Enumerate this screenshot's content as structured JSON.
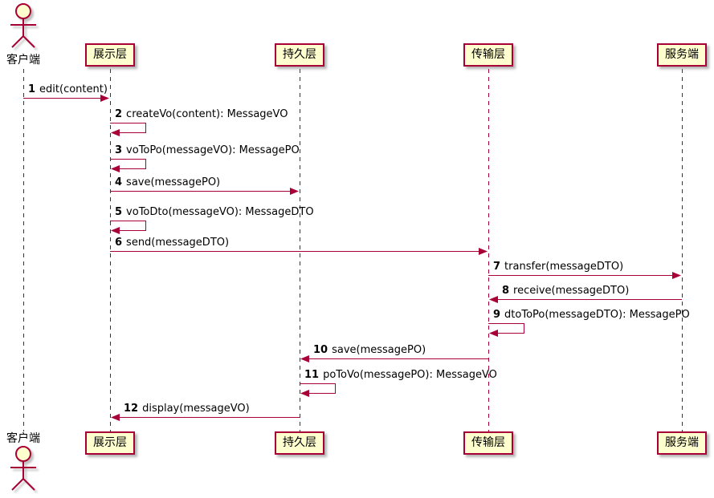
{
  "diagram": {
    "type": "uml-sequence",
    "colors": {
      "accent": "#A80036",
      "participant_fill": "#FEFECE",
      "text": "#000000",
      "shadow": "#9a9a9a"
    },
    "participants": [
      {
        "id": "client",
        "label": "客户端",
        "kind": "actor"
      },
      {
        "id": "presentation",
        "label": "展示层",
        "kind": "participant"
      },
      {
        "id": "persistence",
        "label": "持久层",
        "kind": "participant"
      },
      {
        "id": "transport",
        "label": "传输层",
        "kind": "participant"
      },
      {
        "id": "server",
        "label": "服务端",
        "kind": "participant"
      }
    ],
    "messages": [
      {
        "num": "1",
        "text": "edit(content)",
        "from": "client",
        "to": "presentation"
      },
      {
        "num": "2",
        "text": "createVo(content): MessageVO",
        "from": "presentation",
        "to": "presentation"
      },
      {
        "num": "3",
        "text": "voToPo(messageVO): MessagePO",
        "from": "presentation",
        "to": "presentation"
      },
      {
        "num": "4",
        "text": "save(messagePO)",
        "from": "presentation",
        "to": "persistence"
      },
      {
        "num": "5",
        "text": "voToDto(messageVO): MessageDTO",
        "from": "presentation",
        "to": "presentation"
      },
      {
        "num": "6",
        "text": "send(messageDTO)",
        "from": "presentation",
        "to": "transport"
      },
      {
        "num": "7",
        "text": "transfer(messageDTO)",
        "from": "transport",
        "to": "server"
      },
      {
        "num": "8",
        "text": "receive(messageDTO)",
        "from": "server",
        "to": "transport"
      },
      {
        "num": "9",
        "text": "dtoToPo(messageDTO): MessagePO",
        "from": "transport",
        "to": "transport"
      },
      {
        "num": "10",
        "text": "save(messagePO)",
        "from": "transport",
        "to": "persistence"
      },
      {
        "num": "11",
        "text": "poToVo(messagePO): MessageVO",
        "from": "persistence",
        "to": "persistence"
      },
      {
        "num": "12",
        "text": "display(messageVO)",
        "from": "persistence",
        "to": "presentation"
      }
    ]
  }
}
